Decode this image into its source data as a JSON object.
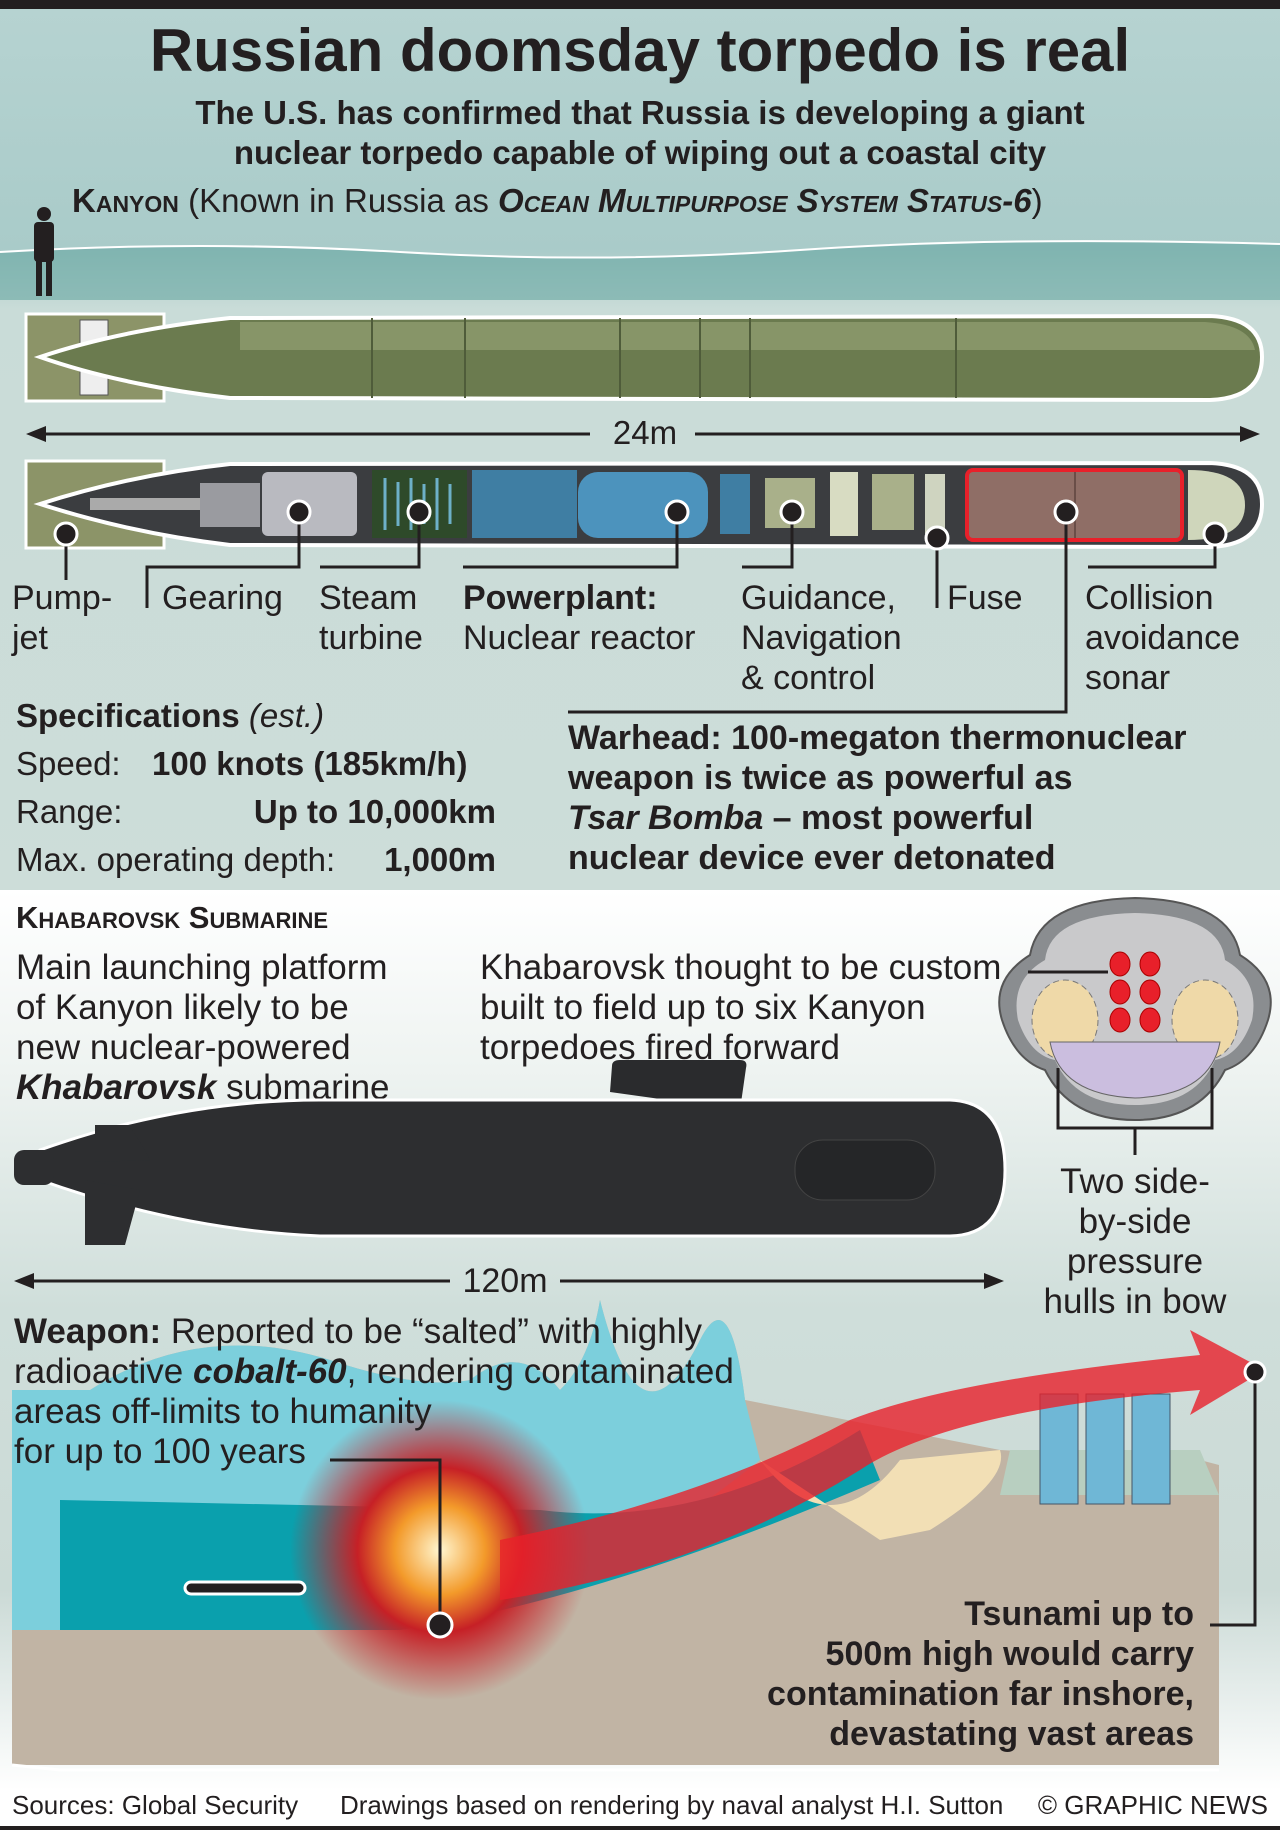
{
  "title": "Russian doomsday torpedo is real",
  "subtitle": [
    "The U.S. has confirmed that Russia is developing a giant",
    "nuclear torpedo capable of wiping out a coastal city"
  ],
  "kanyon": {
    "name": "Kanyon",
    "pre": " (Known in Russia as ",
    "italic": "Ocean Multipurpose System Status-6",
    "post": ")"
  },
  "torpedo_length": "24m",
  "components": [
    {
      "l1": "Pump-",
      "l2": "jet"
    },
    {
      "l1": "Gearing"
    },
    {
      "l1": "Steam",
      "l2": "turbine"
    },
    {
      "l1": "Powerplant:",
      "l2": "Nuclear reactor"
    },
    {
      "l1": "Guidance,",
      "l2": "Navigation",
      "l3": "& control"
    },
    {
      "l1": "Fuse"
    },
    {
      "l1": "Collision",
      "l2": "avoidance",
      "l3": "sonar"
    }
  ],
  "specs": {
    "title": "Specifications",
    "title_note": "(est.)",
    "speed_label": "Speed:",
    "speed_value": "100 knots (185km/h)",
    "range_label": "Range:",
    "range_value": "Up to 10,000km",
    "depth_label": "Max. operating depth:",
    "depth_value": "1,000m"
  },
  "warhead": {
    "l1": "Warhead: 100-megaton thermonuclear",
    "l2": "weapon is twice as powerful as",
    "l3_italic": "Tsar Bomba",
    "l3_rest": " – most powerful",
    "l4": "nuclear device ever detonated"
  },
  "khabarovsk": {
    "heading": "Khabarovsk Submarine",
    "left": [
      "Main launching platform",
      "of Kanyon likely to be",
      "new nuclear-powered"
    ],
    "left_italic": "Khabarovsk",
    "left_end": " submarine",
    "right": [
      "Khabarovsk thought to be custom",
      "built to field up to six Kanyon",
      "torpedoes fired forward"
    ],
    "length": "120m",
    "hulls": [
      "Two side-",
      "by-side",
      "pressure",
      "hulls in bow"
    ]
  },
  "weapon": {
    "label": "Weapon:",
    "l1": " Reported to be “salted” with highly",
    "l2_pre": "radioactive ",
    "l2_bold": "cobalt-60",
    "l2_post": ", rendering contaminated",
    "l3": "areas off-limits to humanity",
    "l4": "for up to 100 years"
  },
  "tsunami": [
    "Tsunami up to",
    "500m high would carry",
    "contamination far inshore,",
    "devastating vast areas"
  ],
  "footer": {
    "sources": "Sources: Global Security",
    "credit": "Drawings based on rendering by naval analyst H.I. Sutton",
    "copyright": "© GRAPHIC NEWS"
  },
  "colors": {
    "water": "#40b4c4",
    "warhead_outline": "#e8202a",
    "hull_green": "#7d8a5e",
    "seabed": "#c1b4a4"
  }
}
